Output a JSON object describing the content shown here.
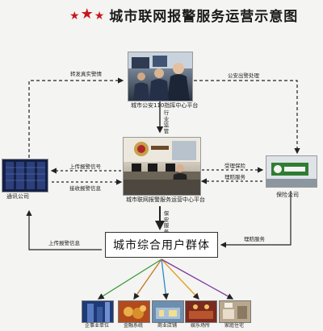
{
  "title": "城市联网报警服务运营示意图",
  "nodes": {
    "police_110": "城市公安110指挥中心平台",
    "operations_center": "城市联网报警服务运营中心平台",
    "telecom": "通讯公司",
    "insurance": "保险公司",
    "users": "城市综合用户群体"
  },
  "flows": {
    "forward_alarm": "转发真实警情",
    "police_response": "公安出警处理",
    "supervision": "行业监管",
    "upload_alarm_signal": "上传报警信号",
    "receive_alarm_info": "接收报警信息",
    "accept_insurance": "受理保险",
    "claim_service": "理赔服务",
    "insurance_service": "保安服务",
    "claim_service_users": "理赔服务",
    "upload_alarm_info": "上传报警信息"
  },
  "user_categories": [
    {
      "label": "企事业单位",
      "color": "#1e3a78"
    },
    {
      "label": "金融系统",
      "color": "#b34a1c"
    },
    {
      "label": "商业店铺",
      "color": "#6c8fb0"
    },
    {
      "label": "娱乐场所",
      "color": "#7a2a1e"
    },
    {
      "label": "家庭住宅",
      "color": "#b9a78e"
    }
  ],
  "fan_line_colors": [
    "#3a9a3a",
    "#c07820",
    "#2a8ad0",
    "#e0a020",
    "#7a3aa0"
  ]
}
